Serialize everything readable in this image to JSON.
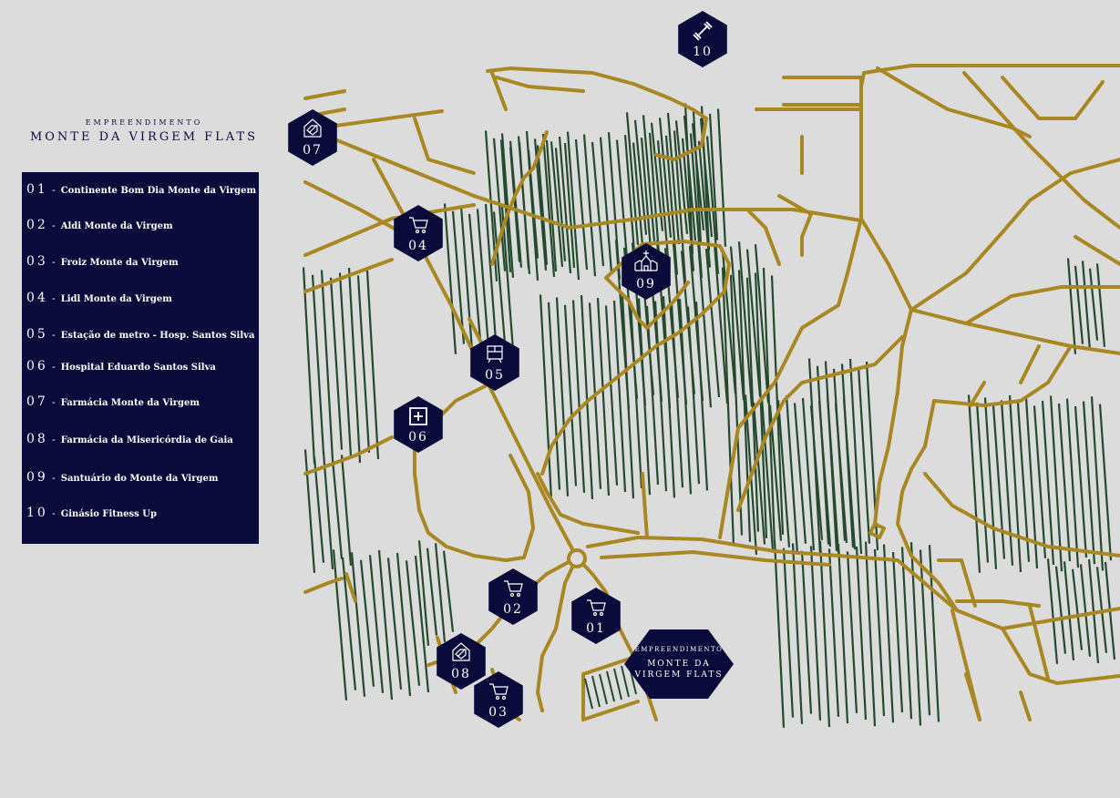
{
  "title": {
    "kicker": "EMPREENDIMENTO",
    "name": "MONTE DA VIRGEM FLATS"
  },
  "legend": [
    {
      "num": "01",
      "label": "Continente Bom Dia Monte da Virgem",
      "icon": "shopping-cart-icon"
    },
    {
      "num": "02",
      "label": "Aldi Monte da Virgem",
      "icon": "shopping-cart-icon"
    },
    {
      "num": "03",
      "label": "Froiz Monte da Virgem",
      "icon": "shopping-cart-icon"
    },
    {
      "num": "04",
      "label": "Lidl Monte da Virgem",
      "icon": "shopping-cart-icon"
    },
    {
      "num": "05",
      "label": "Estação de metro - Hosp. Santos Silva",
      "icon": "metro-icon"
    },
    {
      "num": "06",
      "label": "Hospital Eduardo Santos Silva",
      "icon": "hospital-cross-icon"
    },
    {
      "num": "07",
      "label": "Farmácia Monte da Virgem",
      "icon": "pharmacy-icon"
    },
    {
      "num": "08",
      "label": "Farmácia da Misericórdia de Gaia",
      "icon": "pharmacy-icon"
    },
    {
      "num": "09",
      "label": "Santuário do Monte da Virgem",
      "icon": "church-icon"
    },
    {
      "num": "10",
      "label": "Ginásio Fitness Up",
      "icon": "dumbbell-icon"
    }
  ],
  "development_marker": {
    "kicker": "EMPREENDIMENTO",
    "line1": "MONTE DA",
    "line2": "VIRGEM FLATS"
  },
  "colors": {
    "background": "#dcdcdc",
    "navy": "#0a0b3a",
    "road": "#a98722",
    "green_hatch": "#234a2c",
    "white": "#ffffff"
  }
}
